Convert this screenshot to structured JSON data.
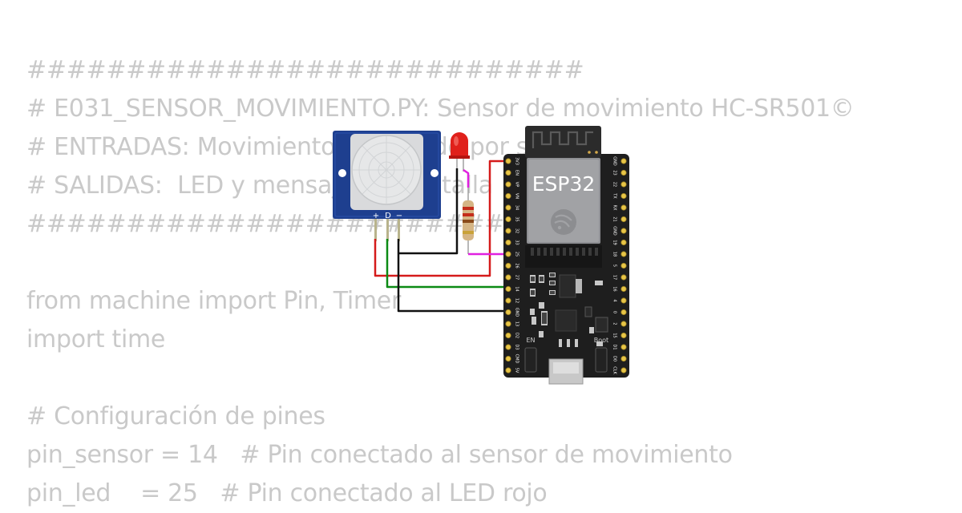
{
  "code_lines": [
    "############################",
    "# E031_SENSOR_MOVIMIENTO.PY: Sensor de movimiento HC-SR501©",
    "# ENTRADAS: Movimiento detectado por sensor",
    "# SALIDAS:  LED y mensaje en pantalla",
    "############################",
    "",
    "from machine import Pin, Timer",
    "import time",
    "",
    "# Configuración de pines",
    "pin_sensor = 14   # Pin conectado al sensor de movimiento",
    "pin_led    = 25   # Pin conectado al LED rojo"
  ],
  "board": {
    "label": "ESP32",
    "en_label": "EN",
    "boot_label": "Boot",
    "left_pins": [
      "3V3",
      "EN",
      "VP",
      "VN",
      "34",
      "35",
      "32",
      "33",
      "25",
      "26",
      "27",
      "14",
      "12",
      "GND",
      "13",
      "D2",
      "D3",
      "CMD",
      "5V"
    ],
    "right_pins": [
      "GND",
      "23",
      "22",
      "TX",
      "RX",
      "21",
      "GND",
      "19",
      "18",
      "5",
      "17",
      "16",
      "4",
      "0",
      "2",
      "15",
      "D1",
      "D0",
      "CLK"
    ]
  },
  "pir": {
    "pin_labels": [
      "+",
      "D",
      "−"
    ]
  },
  "colors": {
    "code_text": "#c9c9c9",
    "board": "#1e1e1e",
    "pir_body": "#1e3f8f",
    "led": "#e0201b",
    "wire_red": "#d51b1b",
    "wire_green": "#0b8a14",
    "wire_black": "#111111",
    "wire_magenta": "#e020e0"
  }
}
